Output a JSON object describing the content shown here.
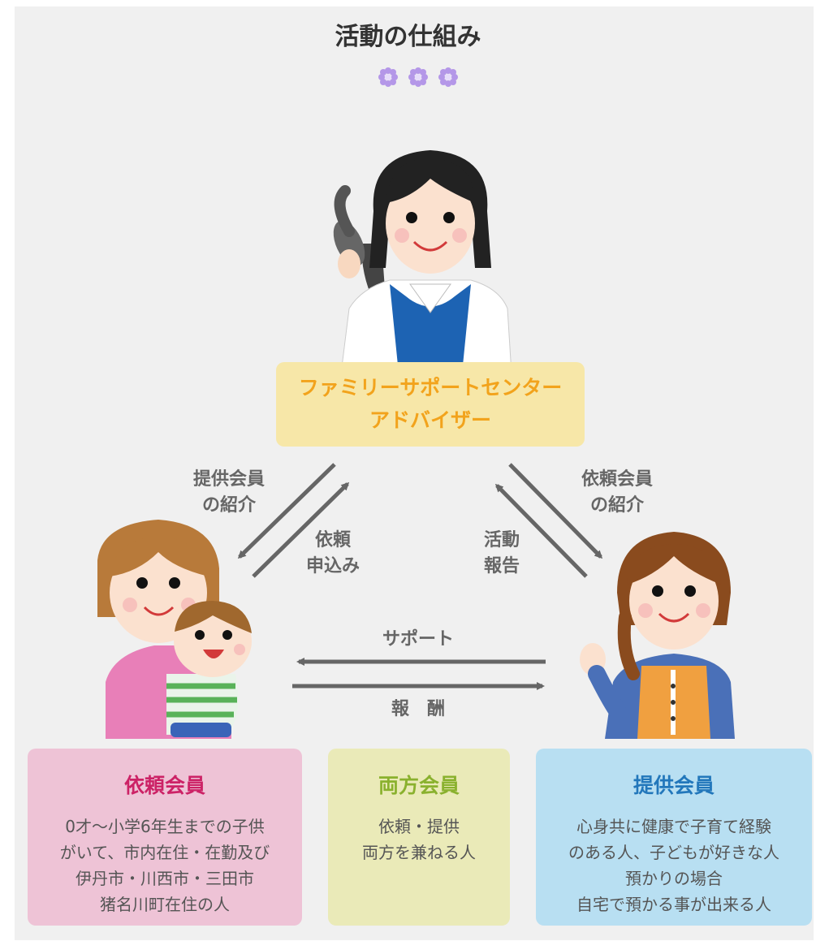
{
  "title": "活動の仕組み",
  "icons": [
    "flower-icon",
    "flower-icon",
    "flower-icon"
  ],
  "colors": {
    "flower": "#b497e8",
    "center_text": "#f2a31c",
    "center_bg": "#f7e7a8",
    "irai_head": "#cc2266",
    "ryoho_head": "#8ab12e",
    "teikyo_head": "#2277bb",
    "arrow": "#666666"
  },
  "center": {
    "line1": "ファミリーサポートセンター",
    "line2": "アドバイザー"
  },
  "arrows": {
    "left_out": {
      "line1": "提供会員",
      "line2": "の紹介"
    },
    "left_in": {
      "line1": "依頼",
      "line2": "申込み"
    },
    "right_in": {
      "line1": "活動",
      "line2": "報告"
    },
    "right_out": {
      "line1": "依頼会員",
      "line2": "の紹介"
    },
    "support": "サポート",
    "reward": "報　酬"
  },
  "boxes": {
    "irai": {
      "title": "依頼会員",
      "body": "0才～小学6年生までの子供\nがいて、市内在住・在勤及び\n伊丹市・川西市・三田市\n猪名川町在住の人"
    },
    "ryoho": {
      "title": "両方会員",
      "body": "依頼・提供\n両方を兼ねる人"
    },
    "teikyo": {
      "title": "提供会員",
      "body": "心身共に健康で子育て経験\nのある人、子どもが好きな人\n預かりの場合\n自宅で預かる事が出来る人"
    }
  }
}
